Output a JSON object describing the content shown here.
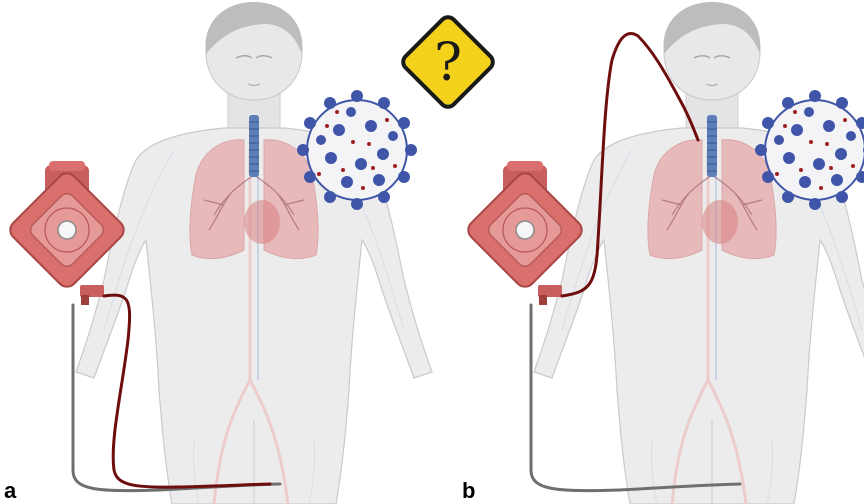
{
  "panels": [
    {
      "label": "a"
    },
    {
      "label": "b"
    }
  ],
  "warning_sign": {
    "symbol": "?"
  },
  "colors": {
    "body_fill": "#e9e9ea",
    "body_stroke": "#c9c9cc",
    "head_fill": "#bdbdc0",
    "lung_fill": "#e8a8a8",
    "trachea": "#5d7fb8",
    "virus_blue": "#3f56a8",
    "virus_red": "#9b2020",
    "device_fill": "#d9706e",
    "device_dark": "#b84d4b",
    "arterial_line": "#6e0d0d",
    "venous_line": "#555555",
    "sign_fill": "#f4d21c"
  },
  "icons": [
    "person-figure",
    "lung-illustration",
    "virus-particle",
    "ecmo-pump-device",
    "warning-diamond-icon"
  ]
}
